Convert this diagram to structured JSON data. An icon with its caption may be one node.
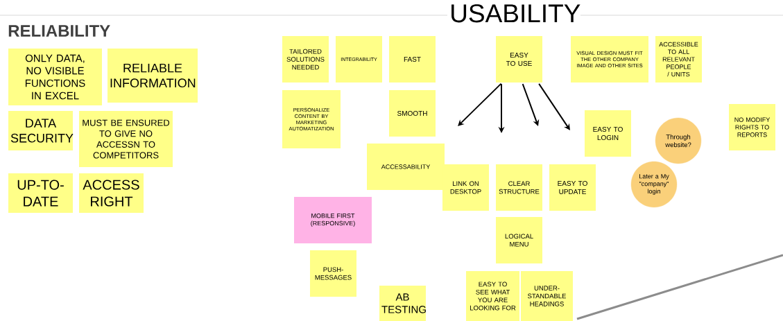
{
  "diagram": {
    "nodes": [
      {
        "text": [
          "ONLY DATA, NO VISIBLE FUNCTIONS IN EXCEL"
        ]
      },
      {
        "text": [
          "RELIABLE INFORMATION"
        ]
      },
      {
        "text": [
          "DATA SECURITY"
        ]
      },
      {
        "text": [
          "MUST BE ENSURED TO GIVE NO ACCESSN TO COMPETITORS"
        ]
      },
      {
        "text": [
          "UP-TO-DATE"
        ]
      },
      {
        "text": [
          "ACCESS RIGHT"
        ]
      },
      {
        "text": [
          "TAILORED SOLUTIONS NEEDED"
        ]
      },
      {
        "text": [
          "INTEGRABILITY"
        ]
      },
      {
        "text": [
          "FAST"
        ]
      },
      {
        "text": [
          "EASY TO USE"
        ]
      },
      {
        "text": [
          "VISUAL DESIGN MUST FIT THE OTHER COMPANY IMAGE AND OTHER SITES"
        ]
      },
      {
        "text": [
          "ACCESSIBLE TO ALL RELEVANT PEOPLE / UNITS"
        ]
      },
      {
        "text": [
          "PERSONALIZE CONTENT BY MARKETING AUTOMATIZATION"
        ]
      },
      {
        "text": [
          "SMOOTH"
        ]
      },
      {
        "text": [
          "ACCESSABILITY"
        ]
      },
      {
        "text": [
          "EASY TO LOGIN"
        ]
      },
      {
        "text": [
          "Through website?"
        ]
      },
      {
        "text": [
          "NO MODIFY RIGHTS TO REPORTS"
        ]
      },
      {
        "text": [
          "LINK ON DESKTOP"
        ]
      },
      {
        "text": [
          "CLEAR STRUCTURE"
        ]
      },
      {
        "text": [
          "EASY TO UPDATE"
        ]
      },
      {
        "text": [
          "Later a My \"company\" login"
        ]
      },
      {
        "text": [
          "MOBILE FIRST (RESPONSIVE)"
        ]
      },
      {
        "text": [
          "LOGICAL MENU"
        ]
      },
      {
        "text": [
          "PUSH-MESSAGES"
        ]
      },
      {
        "text": [
          "EASY TO SEE WHAT YOU ARE LOOKING FOR"
        ]
      },
      {
        "text": [
          "UNDER-STANDABLE HEADINGS"
        ]
      },
      {
        "text": [
          "AB TESTING"
        ]
      }
    ],
    "edges": [
      {
        "from": 9,
        "to": null,
        "arrow": "to"
      },
      {
        "from": 9,
        "to": null,
        "arrow": "to"
      },
      {
        "from": 9,
        "to": null,
        "arrow": "to"
      },
      {
        "from": 9,
        "to": null,
        "arrow": "to"
      }
    ],
    "labels": [
      "USABILITY",
      "RELIABILITY"
    ]
  }
}
